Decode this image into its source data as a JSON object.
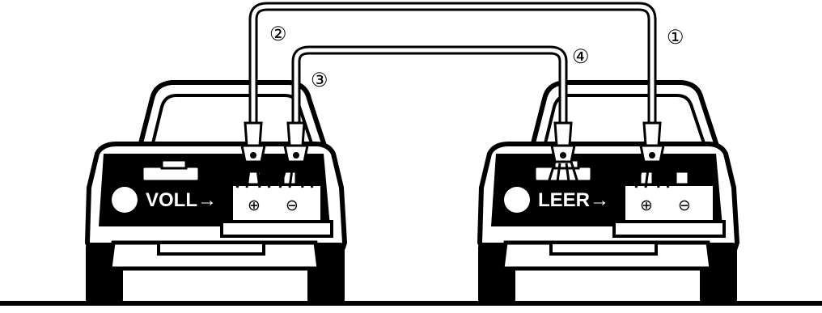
{
  "diagram": {
    "cars": [
      {
        "id": "donor",
        "label": "VOLL→"
      },
      {
        "id": "receiver",
        "label": "LEER→"
      }
    ],
    "battery_symbols": {
      "plus": "⊕",
      "minus": "⊖"
    },
    "cable_numbers": [
      "①",
      "②",
      "③",
      "④"
    ]
  },
  "colors": {
    "ink": "#000000",
    "paper": "#ffffff"
  }
}
